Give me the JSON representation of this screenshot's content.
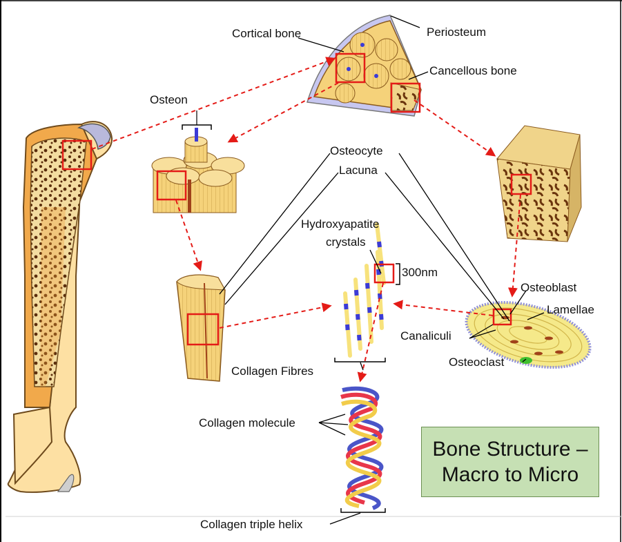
{
  "title": {
    "line1": "Bone Structure –",
    "line2": "Macro to Micro"
  },
  "labels": {
    "cortical_bone": "Cortical bone",
    "periosteum": "Periosteum",
    "cancellous_bone": "Cancellous bone",
    "osteon": "Osteon",
    "osteocyte": "Osteocyte",
    "lacuna": "Lacuna",
    "hydroxyapatite_line1": "Hydroxyapatite",
    "hydroxyapatite_line2": "crystals",
    "scale_300nm": "300nm",
    "osteoblast": "Osteoblast",
    "lamellae": "Lamellae",
    "canaliculi": "Canaliculi",
    "osteoclast": "Osteoclast",
    "collagen_fibres": "Collagen Fibres",
    "collagen_molecule": "Collagen molecule",
    "collagen_triple_helix": "Collagen triple helix"
  },
  "colors": {
    "bone_yellow": "#f5d27a",
    "bone_dark": "#8a5a1e",
    "marrow_brown": "#7a3f10",
    "periosteum_blue": "#a9a9ee",
    "zoom_box_red": "#e41b17",
    "arrow_red": "#e41b17",
    "crystal_blue": "#3b3bd6",
    "helix_red": "#e8364a",
    "helix_blue": "#4a55c8",
    "helix_yellow": "#f2cc4a",
    "title_bg": "#c6e0b4",
    "osteoclast_green": "#3fbf2f"
  }
}
